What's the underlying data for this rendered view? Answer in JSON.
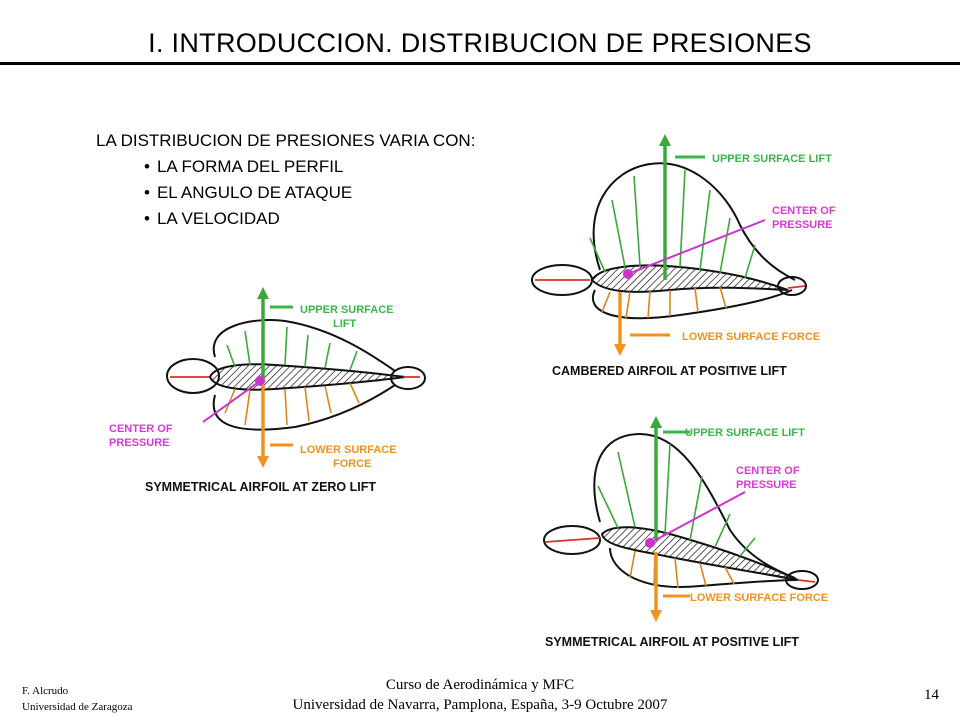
{
  "title": "I. INTRODUCCION. DISTRIBUCION DE PRESIONES",
  "intro": {
    "heading": "LA DISTRIBUCION DE PRESIONES VARIA CON:",
    "items": [
      "LA FORMA DEL PERFIL",
      "EL ANGULO DE ATAQUE",
      "LA VELOCIDAD"
    ]
  },
  "figures": {
    "symmetrical_zero": {
      "upper": [
        "UPPER SURFACE",
        "LIFT"
      ],
      "lower": [
        "LOWER SURFACE",
        "FORCE"
      ],
      "cp": [
        "CENTER OF",
        "PRESSURE"
      ],
      "caption": "SYMMETRICAL AIRFOIL AT ZERO LIFT"
    },
    "cambered_positive": {
      "upper": "UPPER SURFACE LIFT",
      "lower": "LOWER SURFACE FORCE",
      "cp": [
        "CENTER OF",
        "PRESSURE"
      ],
      "caption": "CAMBERED AIRFOIL AT POSITIVE LIFT"
    },
    "symmetrical_positive": {
      "upper": "UPPER SURFACE LIFT",
      "lower": "LOWER SURFACE FORCE",
      "cp": [
        "CENTER OF",
        "PRESSURE"
      ],
      "caption": "SYMMETRICAL AIRFOIL AT POSITIVE LIFT"
    }
  },
  "colors": {
    "upper_arrows": "#3aa83a",
    "lower_arrows": "#d7861c",
    "edge_arrows": "#d8302a",
    "center_of_pressure": "#cc33cc",
    "label_green": "#39b54a",
    "label_orange": "#f0921e",
    "label_magenta": "#d53bd5"
  },
  "footer": {
    "author": "F. Alcrudo",
    "affiliation": "Universidad de Zaragoza",
    "course": "Curso de Aerodinámica y MFC",
    "venue": "Universidad de Navarra, Pamplona, España, 3-9 Octubre 2007",
    "page": "14"
  }
}
